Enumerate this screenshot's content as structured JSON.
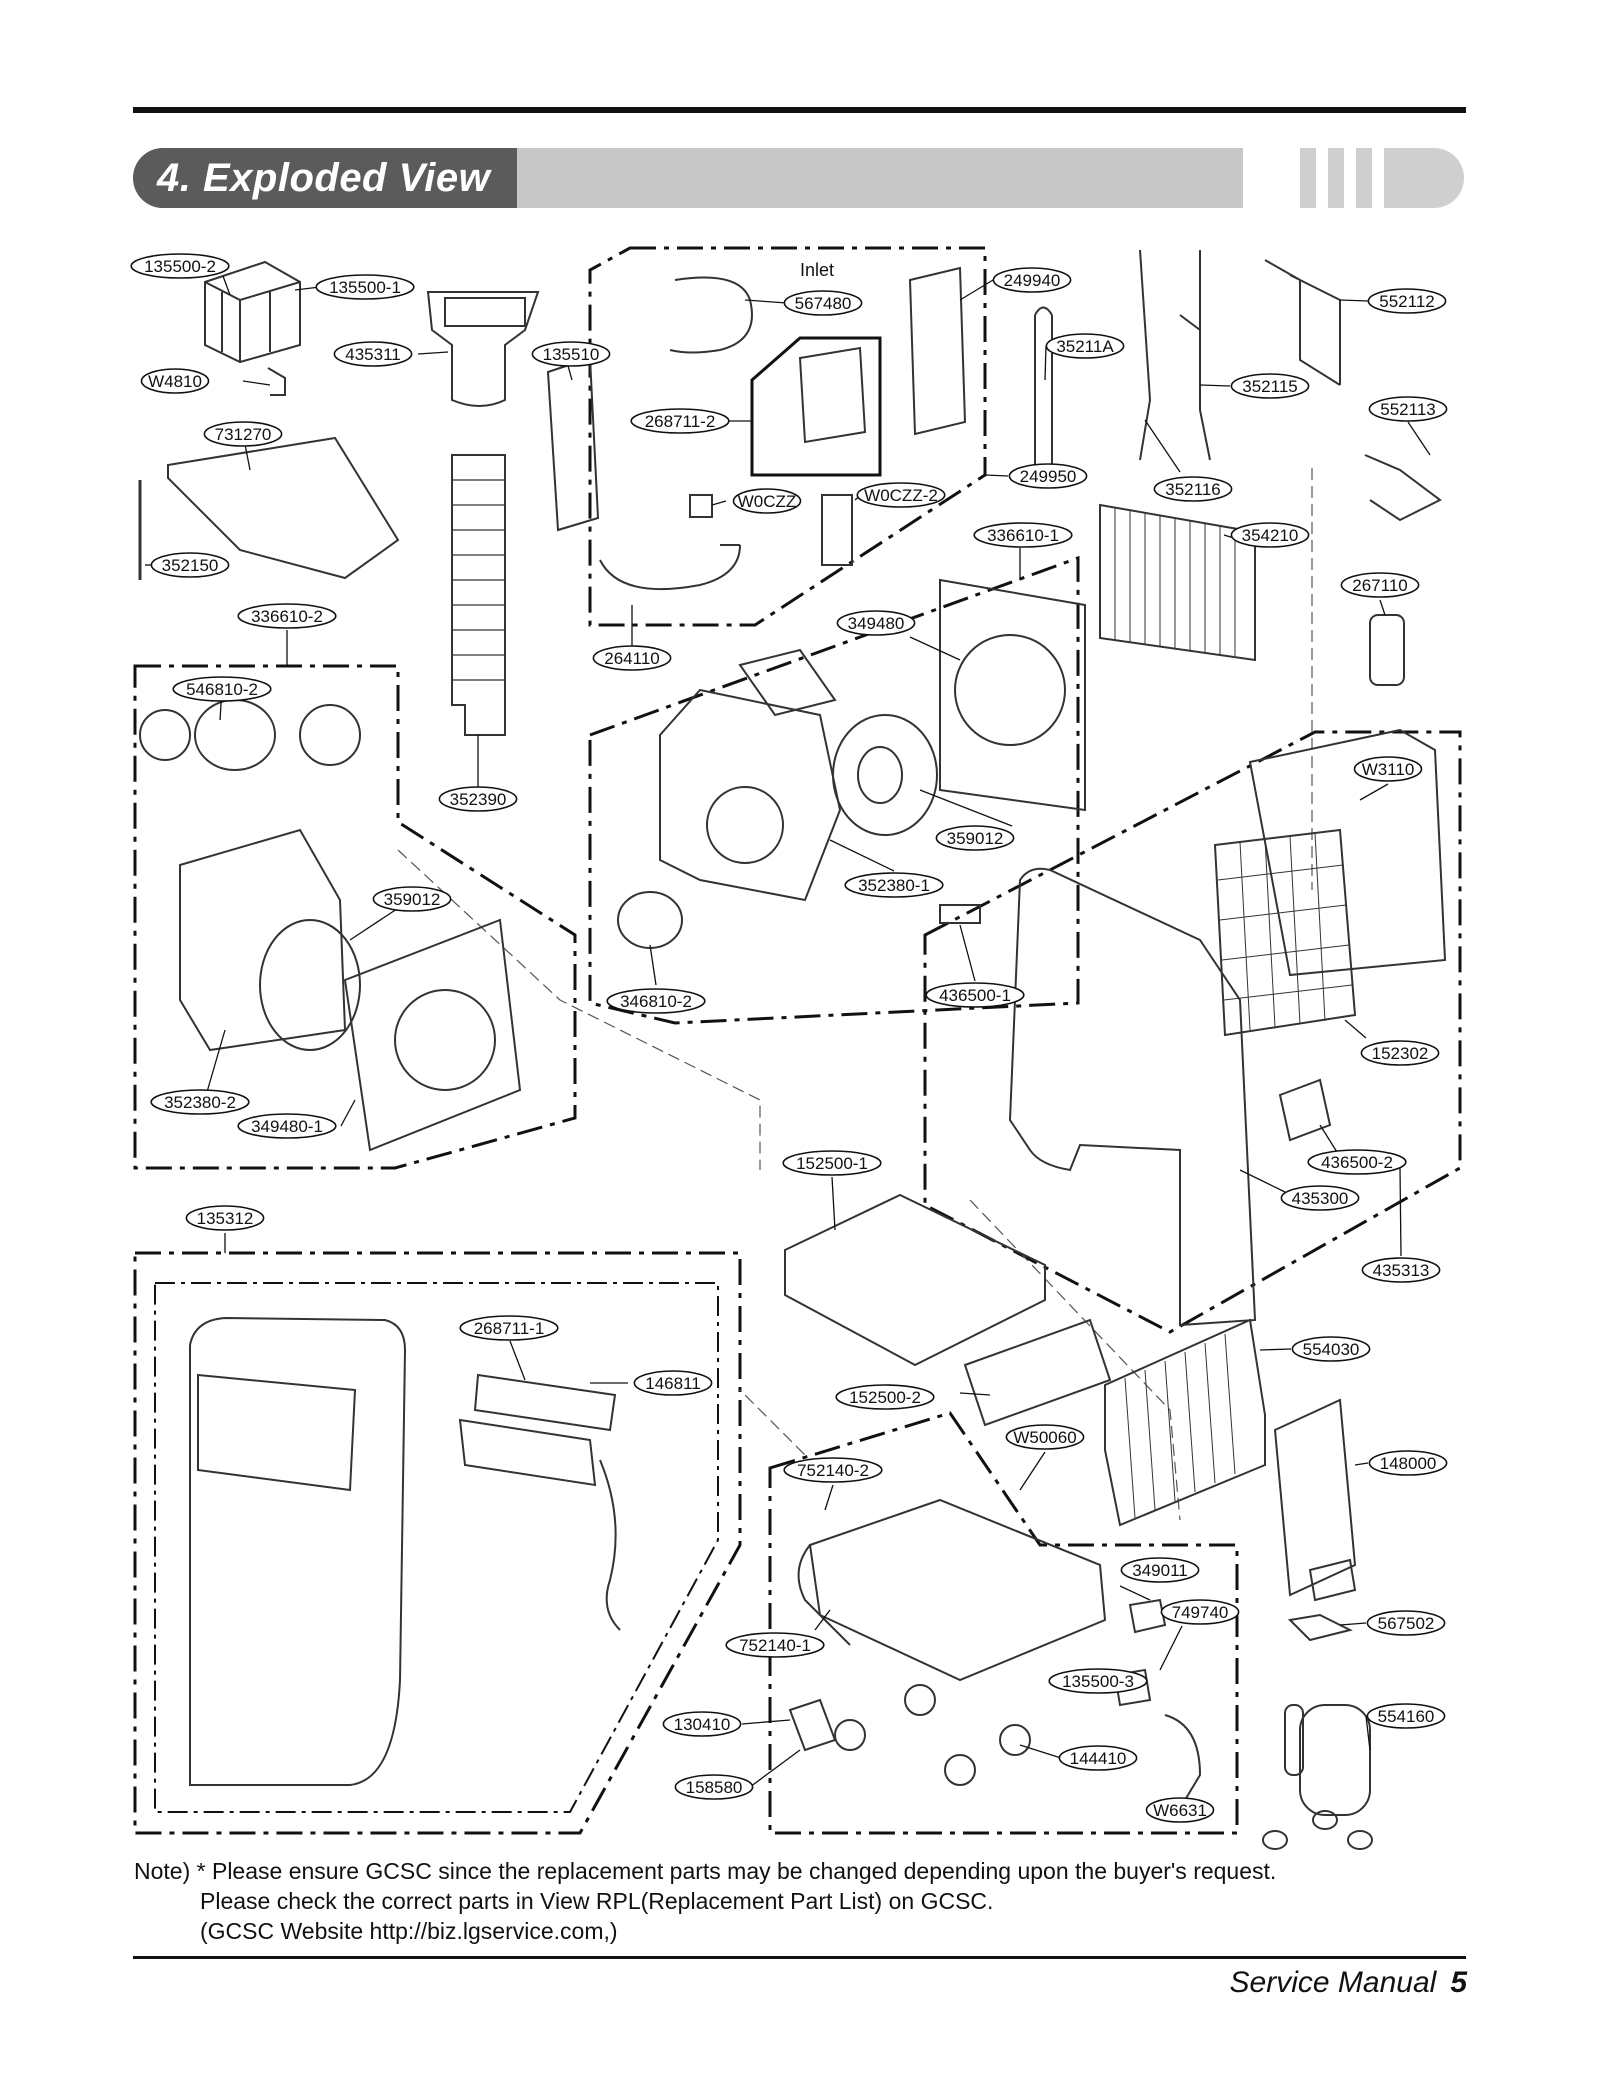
{
  "header": {
    "section_title": "4. Exploded View"
  },
  "inlet_label": "Inlet",
  "part_labels": [
    "135500-2",
    "135500-1",
    "W4810",
    "435311",
    "135510",
    "731270",
    "352150",
    "336610-2",
    "546810-2",
    "352390",
    "359012",
    "352380-2",
    "349480-1",
    "567480",
    "249940",
    "268711-2",
    "W0CZZ",
    "W0CZZ-2",
    "264110",
    "35211A",
    "352115",
    "552112",
    "552113",
    "249950",
    "352116",
    "336610-1",
    "354210",
    "267110",
    "349480",
    "359012",
    "352380-1",
    "346810-2",
    "W3110",
    "436500-1",
    "152302",
    "436500-2",
    "435300",
    "435313",
    "152500-1",
    "135312",
    "268711-1",
    "146811",
    "152500-2",
    "554030",
    "W50060",
    "148000",
    "752140-2",
    "349011",
    "749740",
    "567502",
    "752140-1",
    "135500-3",
    "130410",
    "554160",
    "144410",
    "158580",
    "W6631"
  ],
  "note": {
    "line1": "Note) * Please ensure GCSC since the replacement parts may be changed depending upon the buyer's request.",
    "line2": "Please check  the correct parts in View RPL(Replacement Part List) on GCSC.",
    "line3": "(GCSC Website  http://biz.lgservice.com,)"
  },
  "footer": {
    "manual_label": "Service Manual",
    "page_number": "5"
  }
}
